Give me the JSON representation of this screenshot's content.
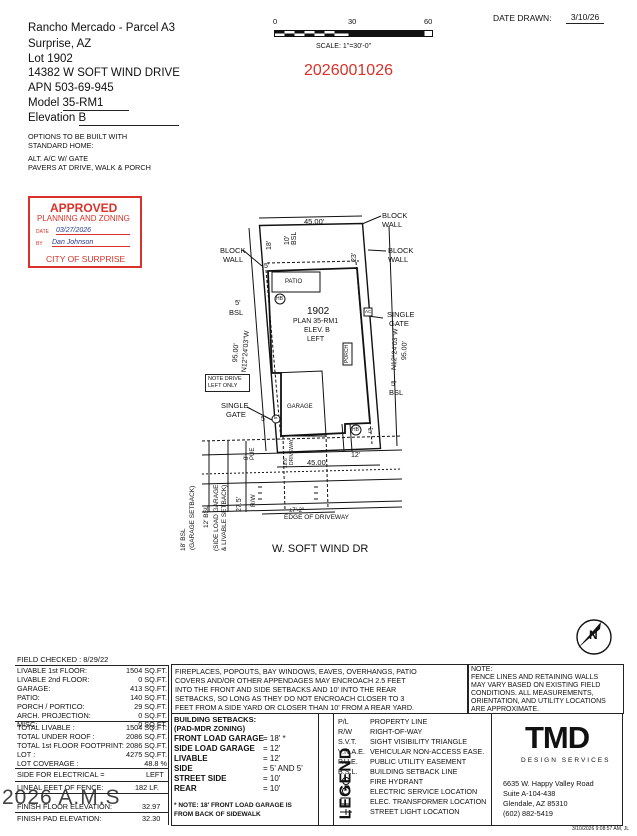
{
  "header": {
    "subdivision": "Rancho Mercado - Parcel A3",
    "city": "Surprise, AZ",
    "lot_label": "Lot",
    "lot": "1902",
    "address": "14382 W SOFT WIND DRIVE",
    "apn_label": "APN",
    "apn": "503-69-945",
    "model_label": "Model",
    "model": "35-RM1",
    "elevation_label": "Elevation",
    "elevation": "B",
    "permit_number": "2026001026",
    "date_drawn_label": "DATE DRAWN:",
    "date_drawn": "3/10/26"
  },
  "options": {
    "line1": "OPTIONS TO BE BUILT WITH",
    "line2": "STANDARD HOME:",
    "line3": "ALT. A/C W/ GATE",
    "line4": "PAVERS AT DRIVE, WALK & PORCH"
  },
  "scale": {
    "tick0": "0",
    "tick30": "30",
    "tick60": "60",
    "label": "SCALE:  1\"=30'-0\""
  },
  "stamp": {
    "title": "APPROVED",
    "subtitle": "PLANNING AND ZONING",
    "date_label": "DATE",
    "date": "03/27/2026",
    "by_label": "BY",
    "by": "Dan Johnson",
    "footer": "CITY OF SURPRISE"
  },
  "plan": {
    "top_width": "45.00'",
    "bottom_width": "45.00'",
    "block_wall_top_right": [
      "BLOCK",
      "WALL"
    ],
    "block_wall_right": [
      "BLOCK",
      "WALL"
    ],
    "block_wall_left": [
      "BLOCK",
      "WALL"
    ],
    "rear_setback_18": "18'",
    "rear_10": "10'",
    "rear_bsl": "BSL",
    "right_23": "23'",
    "left_5": "5'",
    "left_bsl": "BSL",
    "right_5": "5'",
    "right_bsl": "BSL",
    "patio": "PATIO",
    "hb": "HB",
    "lot_num": "1902",
    "plan_label": "PLAN 35-RM1",
    "elev_label": "ELEV. B",
    "hand": "LEFT",
    "porch": "PORCH",
    "garage": "GARAGE",
    "note_drive": [
      "NOTE DRIVE",
      "LEFT ONLY"
    ],
    "single_gate_left": [
      "SINGLE",
      "GATE"
    ],
    "single_gate_right": [
      "SINGLE",
      "GATE"
    ],
    "left_depth": "95.00'",
    "left_bearing": "N12°24'03\"W",
    "right_depth": "95.00'",
    "right_bearing": "N12°24'03\"W",
    "e_marker": "E",
    "ac_marker": "AC",
    "front_5_left": "5'",
    "front_12": "12'",
    "front_5": "5'",
    "pue": "PUE",
    "driveway": "DRIVEWAY",
    "driveway_width": "18.6'",
    "front_8": "8'",
    "rw": "R/W",
    "setback_18_bsl": "18' BSL",
    "garage_setback": "(GARAGE SETBACK)",
    "setback_12_bsl": "12' BSL",
    "side_load_setback": "(SIDE LOAD GARAGE",
    "livable_setback": "& LIVABLE SETBACK)",
    "dim_27_5": "27.5'",
    "dim_7_2": "±7'-2\"",
    "edge_of_driveway": "EDGE OF DRIVEWAY",
    "street": "W. SOFT WIND DR"
  },
  "stats": {
    "field_checked": "FIELD CHECKED :  8/29/22",
    "rows": [
      {
        "label": "LIVABLE 1st FLOOR:",
        "value": "1504 SQ.FT."
      },
      {
        "label": "LIVABLE 2nd FLOOR:",
        "value": "0 SQ.FT."
      },
      {
        "label": "GARAGE:",
        "value": "413 SQ.FT."
      },
      {
        "label": "PATIO:",
        "value": "140 SQ.FT."
      },
      {
        "label": "PORCH / PORTICO:",
        "value": "29 SQ.FT."
      },
      {
        "label": "ARCH. PROJECTION:",
        "value": "0 SQ.FT."
      },
      {
        "label": "MISC:",
        "value": "0 SQ.FT."
      }
    ],
    "totals": [
      {
        "label": "TOTAL LIVABLE :",
        "value": "1504 SQ.FT."
      },
      {
        "label": "TOTAL UNDER ROOF :",
        "value": "2086 SQ.FT."
      },
      {
        "label": "TOTAL 1st FLOOR FOOTPRINT:",
        "value": "2086 SQ.FT."
      },
      {
        "label": "LOT :",
        "value": "4275 SQ.FT."
      },
      {
        "label": "LOT COVERAGE :",
        "value": "48.8 %"
      }
    ],
    "electrical_label": "SIDE FOR ELECTRICAL =",
    "electrical_value": "LEFT",
    "fence_label": "LINEAL FEET OF FENCE:",
    "fence_value": "182  LF.",
    "floor_label": "FINISH FLOOR ELEVATION:",
    "floor_value": "32.97",
    "pad_label": "FINISH PAD ELEVATION:",
    "pad_value": "32.30"
  },
  "encroach_note": [
    "FIREPLACES, POPOUTS, BAY WINDOWS, EAVES, OVERHANGS, PATIO",
    "COVERS AND/OR OTHER APPENDAGES MAY ENCROACH 2.5 FEET",
    "INTO THE FRONT AND SIDE SETBACKS AND 10' INTO THE REAR",
    "SETBACKS, SO LONG AS THEY DO NOT ENCROACH CLOSER TO 3",
    "FEET FROM A SIDE YARD OR CLOSER THAN 10' FROM A REAR YARD."
  ],
  "fence_note": [
    "NOTE:",
    "FENCE LINES AND RETAINING WALLS",
    "MAY VARY BASED ON EXISTING FIELD",
    "CONDITIONS.  ALL MEASUREMENTS,",
    "ORIENTATION, AND UTILITY LOCATIONS",
    "ARE APPROXIMATE."
  ],
  "setbacks": {
    "title": "BUILDING SETBACKS:",
    "zoning": "(PAD-MDR ZONING)",
    "rows": [
      {
        "label": "FRONT LOAD GARAGE",
        "value": "= 18' *"
      },
      {
        "label": "SIDE LOAD GARAGE",
        "value": "= 12'"
      },
      {
        "label": "LIVABLE",
        "value": "= 12'"
      },
      {
        "label": "SIDE",
        "value": "= 5' AND 5'"
      },
      {
        "label": "STREET SIDE",
        "value": "= 10'"
      },
      {
        "label": "REAR",
        "value": "= 10'"
      }
    ],
    "note1": "* NOTE: 18' FRONT LOAD GARAGE IS",
    "note2": "FROM BACK OF SIDEWALK"
  },
  "legend": {
    "title": "LEGEND",
    "items": [
      {
        "abbr": "P/L",
        "text": "PROPERTY LINE"
      },
      {
        "abbr": "R/W",
        "text": "RIGHT-OF-WAY"
      },
      {
        "abbr": "S.V.T.",
        "text": "SIGHT VISIBILITY TRIANGLE"
      },
      {
        "abbr": "V.N.A.E.",
        "text": "VEHICULAR NON-ACCESS EASE."
      },
      {
        "abbr": "P.U.E.",
        "text": "PUBLIC UTILITY EASEMENT"
      },
      {
        "abbr": "B.S.L.",
        "text": "BUILDING SETBACK LINE"
      },
      {
        "abbr": "",
        "text": "FIRE HYDRANT"
      },
      {
        "abbr": "E",
        "text": "ELECTRIC SERVICE LOCATION"
      },
      {
        "abbr": "",
        "text": "ELEC. TRANSFORMER LOCATION"
      },
      {
        "abbr": "",
        "text": "STREET LIGHT LOCATION"
      }
    ]
  },
  "company": {
    "logo": "TMD",
    "sub": "DESIGN SERVICES",
    "address1": "6635 W. Happy Valley Road",
    "address2": "Suite A-104-438",
    "address3": "Glendale, AZ 85310",
    "phone": "(602) 882-5419"
  },
  "footer": {
    "watermark": "2026 A.M.S",
    "timestamp": "3/10/2026 9:08:57 AM, JL"
  },
  "north_arrow": "N"
}
